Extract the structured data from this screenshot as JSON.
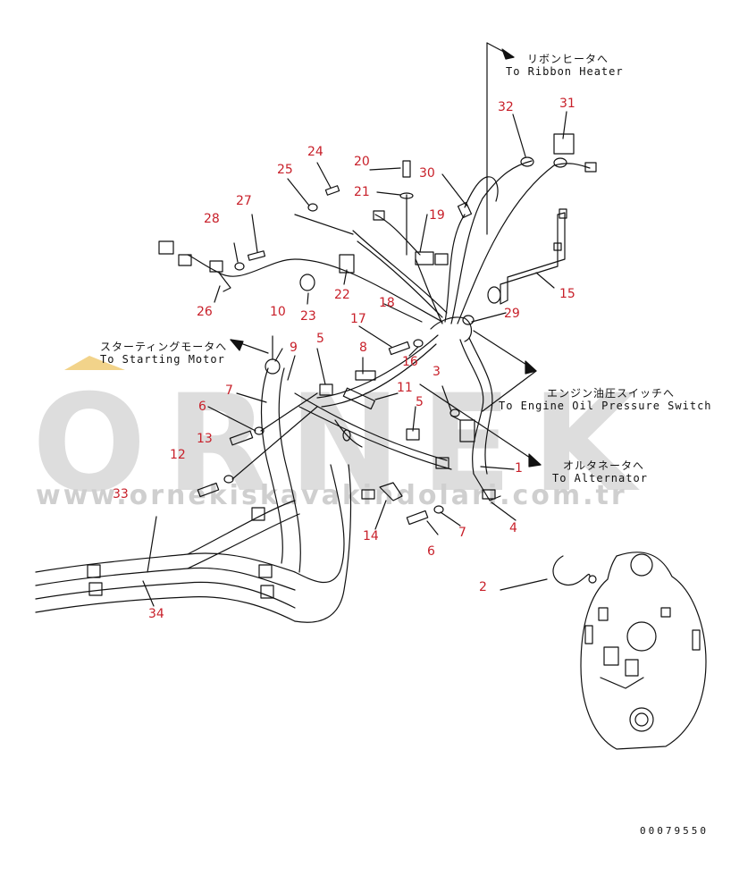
{
  "watermark": {
    "brand": "ORNEK",
    "url": "www.ornekiskavakindolari.com.tr"
  },
  "document_number": "00079550",
  "callouts": {
    "ribbon_heater": {
      "jp": "リボンヒータへ",
      "en": "To Ribbon Heater"
    },
    "starting_motor": {
      "jp": "スターティングモータへ",
      "en": "To Starting Motor"
    },
    "oil_pressure": {
      "jp": "エンジン油圧スイッチへ",
      "en": "To Engine Oil Pressure Switch"
    },
    "alternator": {
      "jp": "オルタネータへ",
      "en": "To Alternator"
    }
  },
  "part_labels": [
    "1",
    "2",
    "3",
    "4",
    "5",
    "5",
    "6",
    "6",
    "7",
    "7",
    "8",
    "9",
    "10",
    "11",
    "12",
    "13",
    "14",
    "15",
    "16",
    "17",
    "18",
    "19",
    "20",
    "21",
    "22",
    "23",
    "24",
    "25",
    "26",
    "27",
    "28",
    "29",
    "30",
    "31",
    "32",
    "33",
    "34"
  ],
  "colors": {
    "label": "#c8202a",
    "line": "#111111",
    "watermark": "#d8d8d8",
    "accent": "#f2d38a"
  }
}
